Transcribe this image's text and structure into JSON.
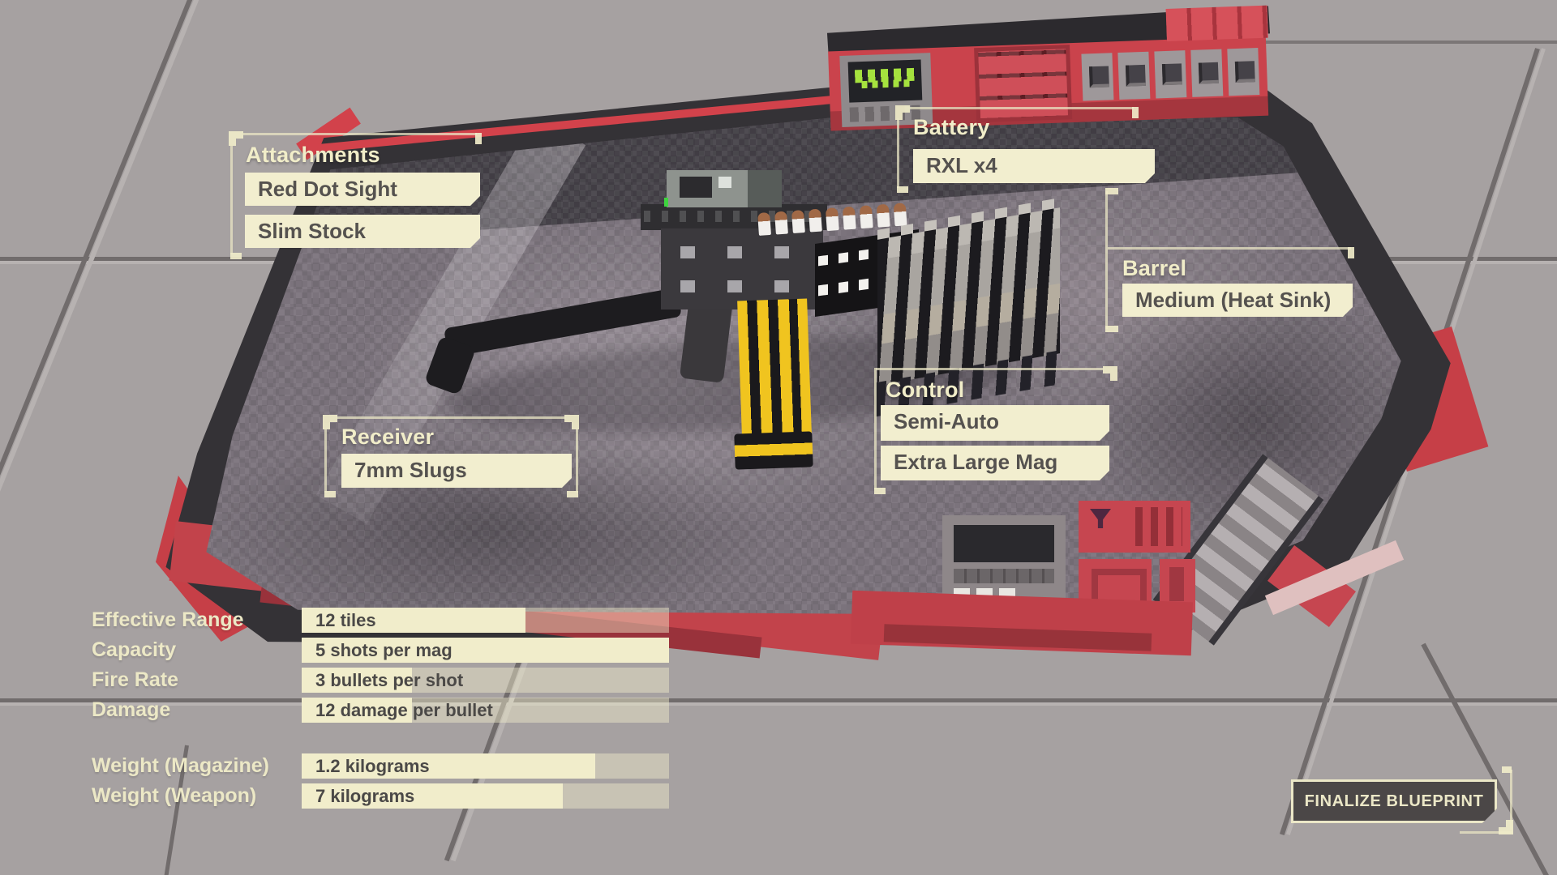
{
  "callouts": {
    "attachments": {
      "label": "Attachments",
      "items": [
        "Red Dot Sight",
        "Slim Stock"
      ]
    },
    "battery": {
      "label": "Battery",
      "items": [
        "RXL x4"
      ]
    },
    "barrel": {
      "label": "Barrel",
      "items": [
        "Medium (Heat Sink)"
      ]
    },
    "receiver": {
      "label": "Receiver",
      "items": [
        "7mm Slugs"
      ]
    },
    "control": {
      "label": "Control",
      "items": [
        "Semi-Auto",
        "Extra Large Mag"
      ]
    }
  },
  "stats": [
    {
      "label": "Effective Range",
      "value": "12 tiles",
      "fill": 0.61
    },
    {
      "label": "Capacity",
      "value": "5 shots per mag",
      "fill": 1.0
    },
    {
      "label": "Fire Rate",
      "value": "3 bullets per shot",
      "fill": 0.3
    },
    {
      "label": "Damage",
      "value": "12 damage per bullet",
      "fill": 0.3
    }
  ],
  "weights": [
    {
      "label": "Weight (Magazine)",
      "value": "1.2 kilograms",
      "fill": 0.8
    },
    {
      "label": "Weight (Weapon)",
      "value": "7 kilograms",
      "fill": 0.71
    }
  ],
  "actions": {
    "finalize_label": "FINALIZE BLUEPRINT"
  },
  "colors": {
    "cream": "#f2eecf",
    "cream_dim": "rgba(241,237,203,0.45)",
    "text_dark": "#55524f",
    "red_accent": "#cc4049",
    "bench_dark": "#343236",
    "floor_gray": "#a6a1a1",
    "magazine_yellow": "#f0c41f",
    "screen_green": "#a5e23e"
  }
}
